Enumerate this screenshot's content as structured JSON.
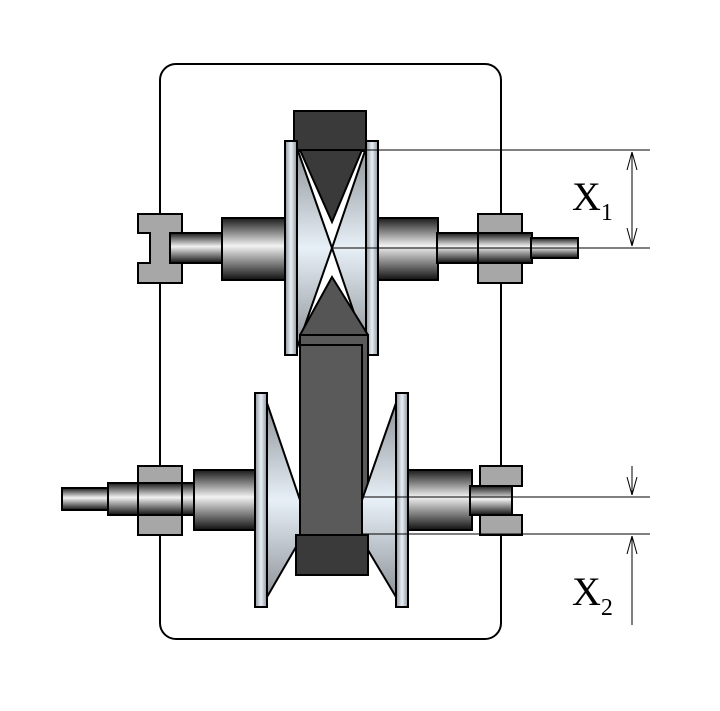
{
  "labels": {
    "x1": {
      "main": "X",
      "sub": "1"
    },
    "x2": {
      "main": "X",
      "sub": "2"
    }
  },
  "colors": {
    "stroke": "#000000",
    "housing_fill": "#ffffff",
    "bearing_fill": "#a7a7a7",
    "belt_fill": "#555555",
    "belt_top_fill": "#3a3a3a",
    "sheave_light": "#e4edf5",
    "sheave_dark": "#8e9399",
    "shaft_light": "#f2f2f2",
    "shaft_dark": "#111111"
  }
}
